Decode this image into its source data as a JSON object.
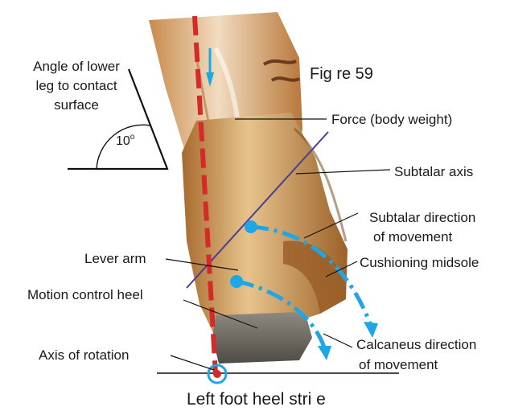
{
  "figure_title": "Fig re 59",
  "caption": "Left foot heel stri e",
  "angle": {
    "label_lines": [
      "Angle of lower",
      "leg to contact",
      "surface"
    ],
    "value": "10",
    "unit": "o"
  },
  "labels": {
    "force": "Force (body weight)",
    "subtalar_axis": "Subtalar axis",
    "subtalar_direction_1": "Subtalar direction",
    "subtalar_direction_2": "of movement",
    "lever_arm": "Lever arm",
    "cushioning_midsole": "Cushioning midsole",
    "motion_control_heel": "Motion control heel",
    "calcaneus_direction_1": "Calcaneus direction",
    "calcaneus_direction_2": "of movement",
    "axis_of_rotation": "Axis of rotation"
  },
  "colors": {
    "force_line": "#d42a2a",
    "movement_arrows": "#1ea6e6",
    "subtalar_axis_line": "#4a3f94",
    "leg": "#d9a870",
    "boot": "#b07a3c",
    "heel": "#6e6a62"
  }
}
